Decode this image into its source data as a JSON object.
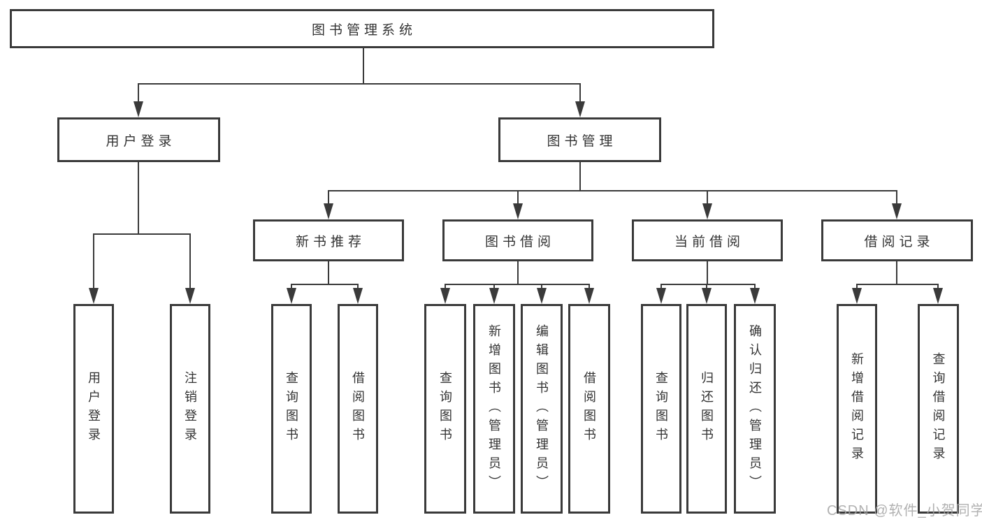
{
  "diagram": {
    "title": "图书管理系统",
    "type": "hierarchy-tree",
    "tree": {
      "label": "图书管理系统",
      "children": [
        {
          "label": "用户登录",
          "children": [
            {
              "label": "用户登录"
            },
            {
              "label": "注销登录"
            }
          ]
        },
        {
          "label": "图书管理",
          "children": [
            {
              "label": "新书推荐",
              "children": [
                {
                  "label": "查询图书"
                },
                {
                  "label": "借阅图书"
                }
              ]
            },
            {
              "label": "图书借阅",
              "children": [
                {
                  "label": "查询图书"
                },
                {
                  "label": "新增图书（管理员）"
                },
                {
                  "label": "编辑图书（管理员）"
                },
                {
                  "label": "借阅图书"
                }
              ]
            },
            {
              "label": "当前借阅",
              "children": [
                {
                  "label": "查询图书"
                },
                {
                  "label": "归还图书"
                },
                {
                  "label": "确认归还（管理员）"
                }
              ]
            },
            {
              "label": "借阅记录",
              "children": [
                {
                  "label": "新增借阅记录"
                },
                {
                  "label": "查询借阅记录"
                }
              ]
            }
          ]
        }
      ]
    },
    "watermark": "CSDN @软件_小贺同学",
    "colors": {
      "line": "#3a3a3a",
      "box_border": "#3a3a3a",
      "box_background": "#ffffff",
      "text": "#333333",
      "watermark": "#a3a3a3",
      "page_background": "#ffffff"
    }
  }
}
